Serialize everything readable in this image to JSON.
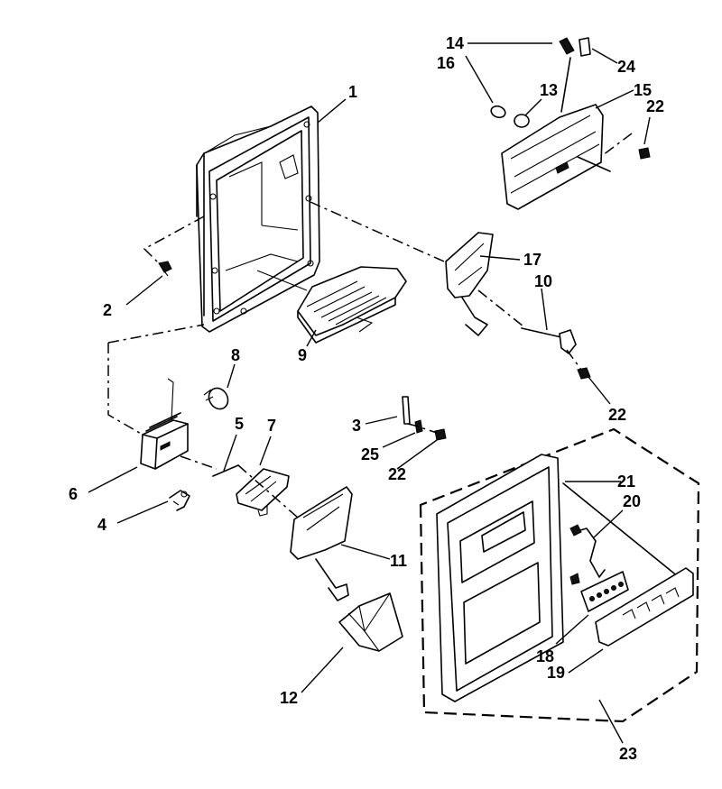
{
  "diagram": {
    "callouts": [
      {
        "id": "c1",
        "text": "1"
      },
      {
        "id": "c2",
        "text": "2"
      },
      {
        "id": "c3",
        "text": "3"
      },
      {
        "id": "c4",
        "text": "4"
      },
      {
        "id": "c5",
        "text": "5"
      },
      {
        "id": "c6",
        "text": "6"
      },
      {
        "id": "c7",
        "text": "7"
      },
      {
        "id": "c8",
        "text": "8"
      },
      {
        "id": "c9",
        "text": "9"
      },
      {
        "id": "c10",
        "text": "10"
      },
      {
        "id": "c11",
        "text": "11"
      },
      {
        "id": "c12",
        "text": "12"
      },
      {
        "id": "c13",
        "text": "13"
      },
      {
        "id": "c14",
        "text": "14"
      },
      {
        "id": "c15",
        "text": "15"
      },
      {
        "id": "c16",
        "text": "16"
      },
      {
        "id": "c17",
        "text": "17"
      },
      {
        "id": "c18",
        "text": "18"
      },
      {
        "id": "c19",
        "text": "19"
      },
      {
        "id": "c20",
        "text": "20"
      },
      {
        "id": "c21",
        "text": "21"
      },
      {
        "id": "c22a",
        "text": "22"
      },
      {
        "id": "c22b",
        "text": "22"
      },
      {
        "id": "c22c",
        "text": "22"
      },
      {
        "id": "c23",
        "text": "23"
      },
      {
        "id": "c24",
        "text": "24"
      },
      {
        "id": "c25",
        "text": "25"
      }
    ]
  }
}
